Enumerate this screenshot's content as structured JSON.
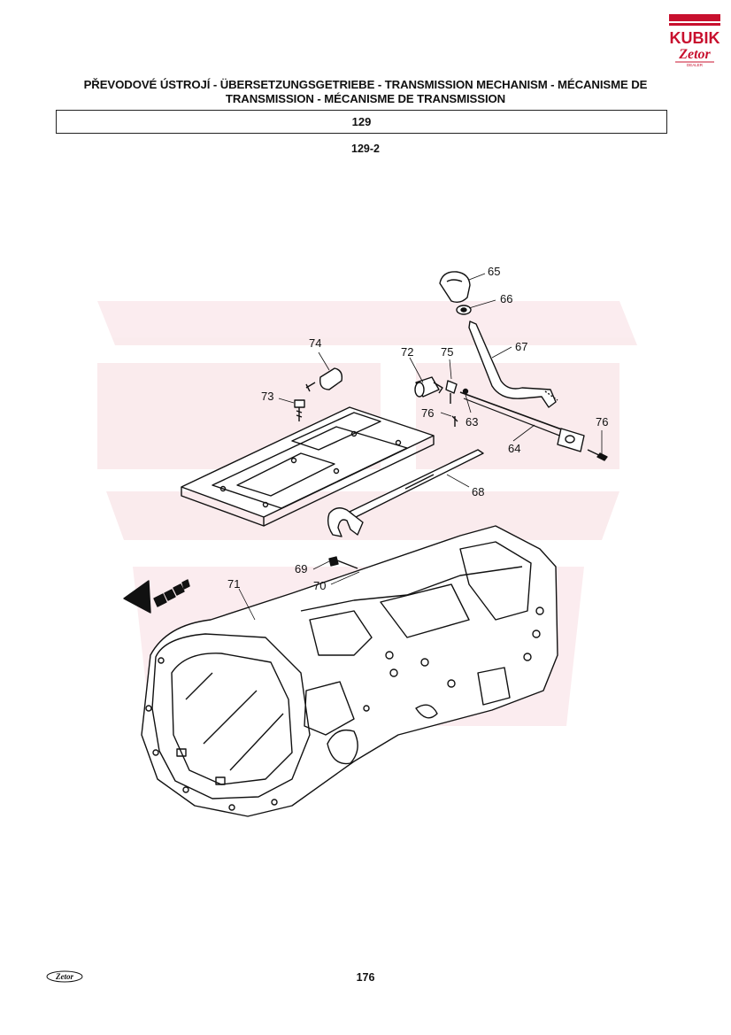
{
  "header": {
    "title_line1": "PŘEVODOVÉ ÚSTROJÍ - ÜBERSETZUNGSGETRIEBE - TRANSMISSION MECHANISM - MÉCANISME DE",
    "title_line2": "TRANSMISSION - MÉCANISME DE TRANSMISSION",
    "section": "129",
    "subsection": "129-2"
  },
  "brand": {
    "logo_top": "KUBIK",
    "logo_bottom": "Zetor",
    "logo_small": "DEALER",
    "footer_logo": "Zetor",
    "accent": "#c8102e"
  },
  "diagram": {
    "callouts": [
      "65",
      "66",
      "67",
      "74",
      "72",
      "75",
      "73",
      "76",
      "63",
      "76",
      "64",
      "68",
      "69",
      "70",
      "71"
    ]
  },
  "footer": {
    "page": "176"
  }
}
